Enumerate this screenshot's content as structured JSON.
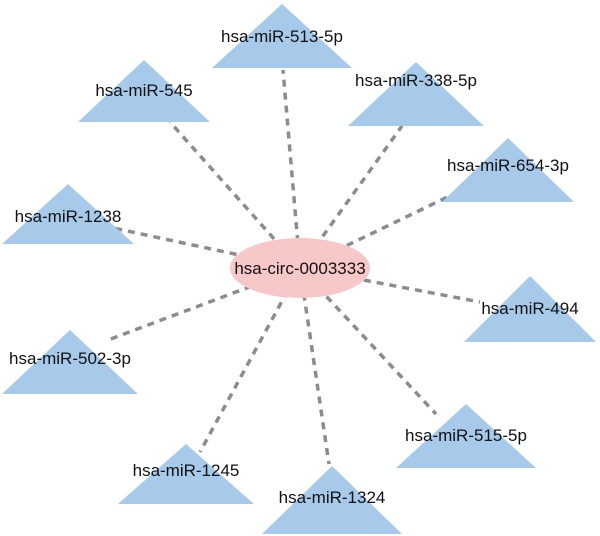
{
  "network": {
    "hub": {
      "id": "hub",
      "label": "hsa-circ-0003333",
      "shape": "ellipse",
      "color": "#F8C8C8"
    },
    "mirna_color": "#A7CAEB",
    "edge_color": "#8C8C8C",
    "edge_style": "dashed",
    "nodes": [
      {
        "id": "mir-513-5p",
        "label": "hsa-miR-513-5p",
        "shape": "triangle"
      },
      {
        "id": "mir-545",
        "label": "hsa-miR-545",
        "shape": "triangle"
      },
      {
        "id": "mir-338-5p",
        "label": "hsa-miR-338-5p",
        "shape": "triangle"
      },
      {
        "id": "mir-654-3p",
        "label": "hsa-miR-654-3p",
        "shape": "triangle"
      },
      {
        "id": "mir-1238",
        "label": "hsa-miR-1238",
        "shape": "triangle"
      },
      {
        "id": "mir-494",
        "label": "hsa-miR-494",
        "shape": "triangle"
      },
      {
        "id": "mir-502-3p",
        "label": "hsa-miR-502-3p",
        "shape": "triangle"
      },
      {
        "id": "mir-515-5p",
        "label": "hsa-miR-515-5p",
        "shape": "triangle"
      },
      {
        "id": "mir-1245",
        "label": "hsa-miR-1245",
        "shape": "triangle"
      },
      {
        "id": "mir-1324",
        "label": "hsa-miR-1324",
        "shape": "triangle"
      }
    ],
    "edges": [
      {
        "source": "hub",
        "target": "mir-513-5p"
      },
      {
        "source": "hub",
        "target": "mir-545"
      },
      {
        "source": "hub",
        "target": "mir-338-5p"
      },
      {
        "source": "hub",
        "target": "mir-654-3p"
      },
      {
        "source": "hub",
        "target": "mir-1238"
      },
      {
        "source": "hub",
        "target": "mir-494"
      },
      {
        "source": "hub",
        "target": "mir-502-3p"
      },
      {
        "source": "hub",
        "target": "mir-515-5p"
      },
      {
        "source": "hub",
        "target": "mir-1245"
      },
      {
        "source": "hub",
        "target": "mir-1324"
      }
    ]
  }
}
